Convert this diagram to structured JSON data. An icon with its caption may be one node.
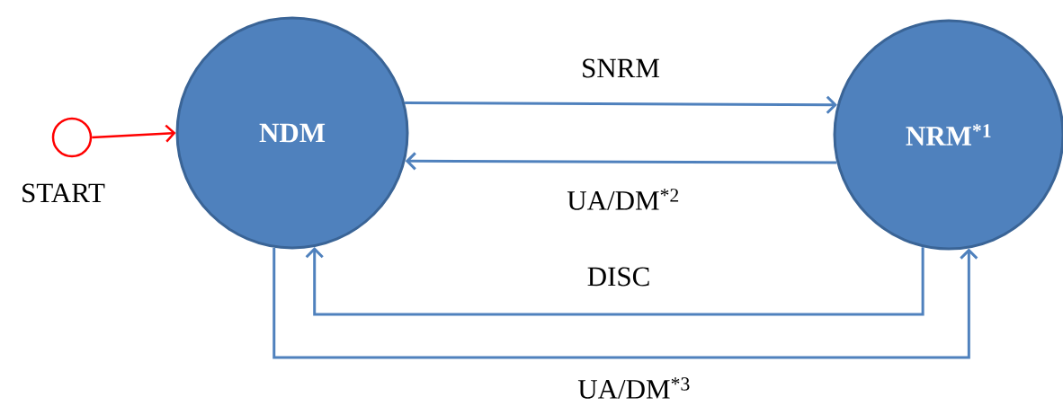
{
  "diagram": {
    "nodes": [
      {
        "text": [],
        "shape": "circle",
        "beside": [
          "START"
        ]
      },
      {
        "text": [
          "NDM"
        ]
      },
      {
        "text": [
          "NRM$^{*1}$"
        ]
      }
    ],
    "edges": [
      {
        "from": 0,
        "to": 1,
        "arrow": "to",
        "color": "#ff0000"
      },
      {
        "from": 1,
        "to": 2,
        "arrow": "to",
        "label": "SNRM"
      },
      {
        "from": 2,
        "to": 1,
        "arrow": "to",
        "label": "UA/DM$^{*2}$"
      },
      {
        "from": 2,
        "to": 1,
        "arrow": "to",
        "label": "DISC"
      },
      {
        "from": 1,
        "to": 2,
        "arrow": "to",
        "label": "UA/DM$^{*3}$"
      }
    ]
  }
}
